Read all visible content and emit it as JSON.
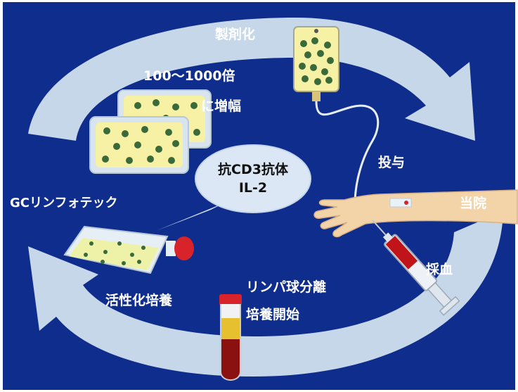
{
  "colors": {
    "background": "#0f2d8c",
    "arrow": "#c7d7ea",
    "dish_fill": "#f6f1a5",
    "cell": "#3b6a3a",
    "skin": "#f3d4a8",
    "bubble": "#dbe7f5",
    "blood": "#8b1010",
    "plasma": "#e6c02f",
    "cap": "#d8232a"
  },
  "labels": {
    "formulation": "製剤化",
    "expansion_line1": "100～1000倍",
    "expansion_line2": "に増幅",
    "administration": "投与",
    "clinic": "当院",
    "blood_draw": "採血",
    "separation_line1": "リンパ球分離",
    "separation_line2": "培養開始",
    "activation": "活性化培養",
    "lab": "GCリンフォテック"
  },
  "bubble": {
    "line1": "抗CD3抗体",
    "line2": "IL-2"
  },
  "icons": {
    "cycle_arrows": "cycle-arrows-icon",
    "iv_bag": "iv-bag-icon",
    "culture_dish": "culture-dish-icon",
    "culture_flask": "culture-flask-icon",
    "arm": "arm-icon",
    "syringe": "syringe-icon",
    "blood_tube": "blood-tube-icon"
  }
}
